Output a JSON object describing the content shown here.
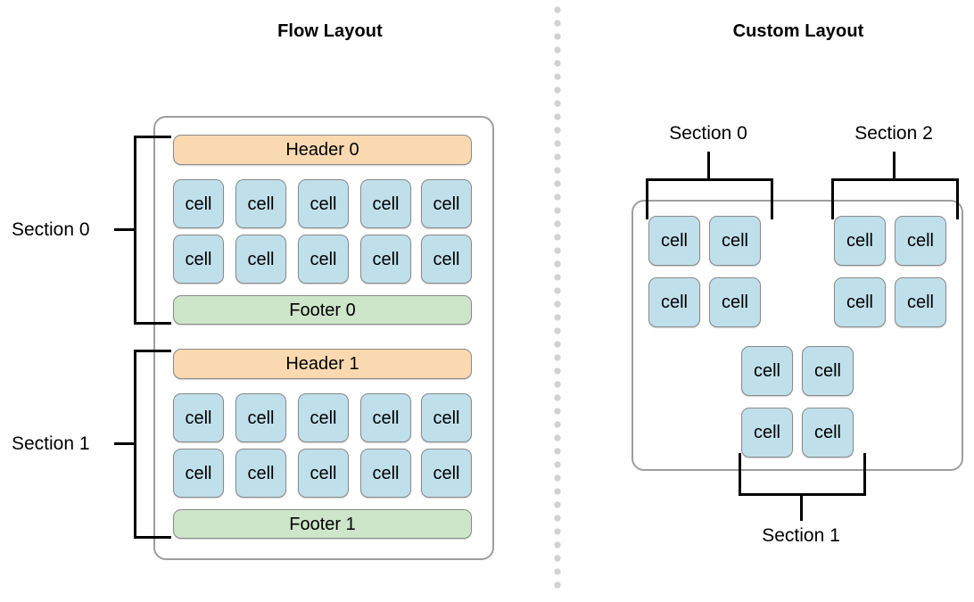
{
  "panels": {
    "left": {
      "title": "Flow Layout",
      "sections": [
        {
          "label": "Section 0",
          "header": "Header 0",
          "footer": "Footer 0",
          "rows": [
            [
              "cell",
              "cell",
              "cell",
              "cell",
              "cell"
            ],
            [
              "cell",
              "cell",
              "cell",
              "cell",
              "cell"
            ]
          ]
        },
        {
          "label": "Section 1",
          "header": "Header 1",
          "footer": "Footer 1",
          "rows": [
            [
              "cell",
              "cell",
              "cell",
              "cell",
              "cell"
            ],
            [
              "cell",
              "cell",
              "cell",
              "cell",
              "cell"
            ]
          ]
        }
      ]
    },
    "right": {
      "title": "Custom Layout",
      "groups": [
        {
          "label": "Section 0",
          "bracket": "top",
          "rows": [
            [
              "cell",
              "cell"
            ],
            [
              "cell",
              "cell"
            ]
          ]
        },
        {
          "label": "Section 2",
          "bracket": "top",
          "rows": [
            [
              "cell",
              "cell"
            ],
            [
              "cell",
              "cell"
            ]
          ]
        },
        {
          "label": "Section 1",
          "bracket": "bottom",
          "rows": [
            [
              "cell",
              "cell"
            ],
            [
              "cell",
              "cell"
            ]
          ]
        }
      ]
    }
  },
  "colors": {
    "cell": "#bfdfeb",
    "header": "#fbd9b0",
    "footer": "#cde5c8",
    "container_border": "#9e9e9e",
    "block_border": "#8a8a8a",
    "bracket": "#000000",
    "divider_dot": "#d2d2d2"
  }
}
